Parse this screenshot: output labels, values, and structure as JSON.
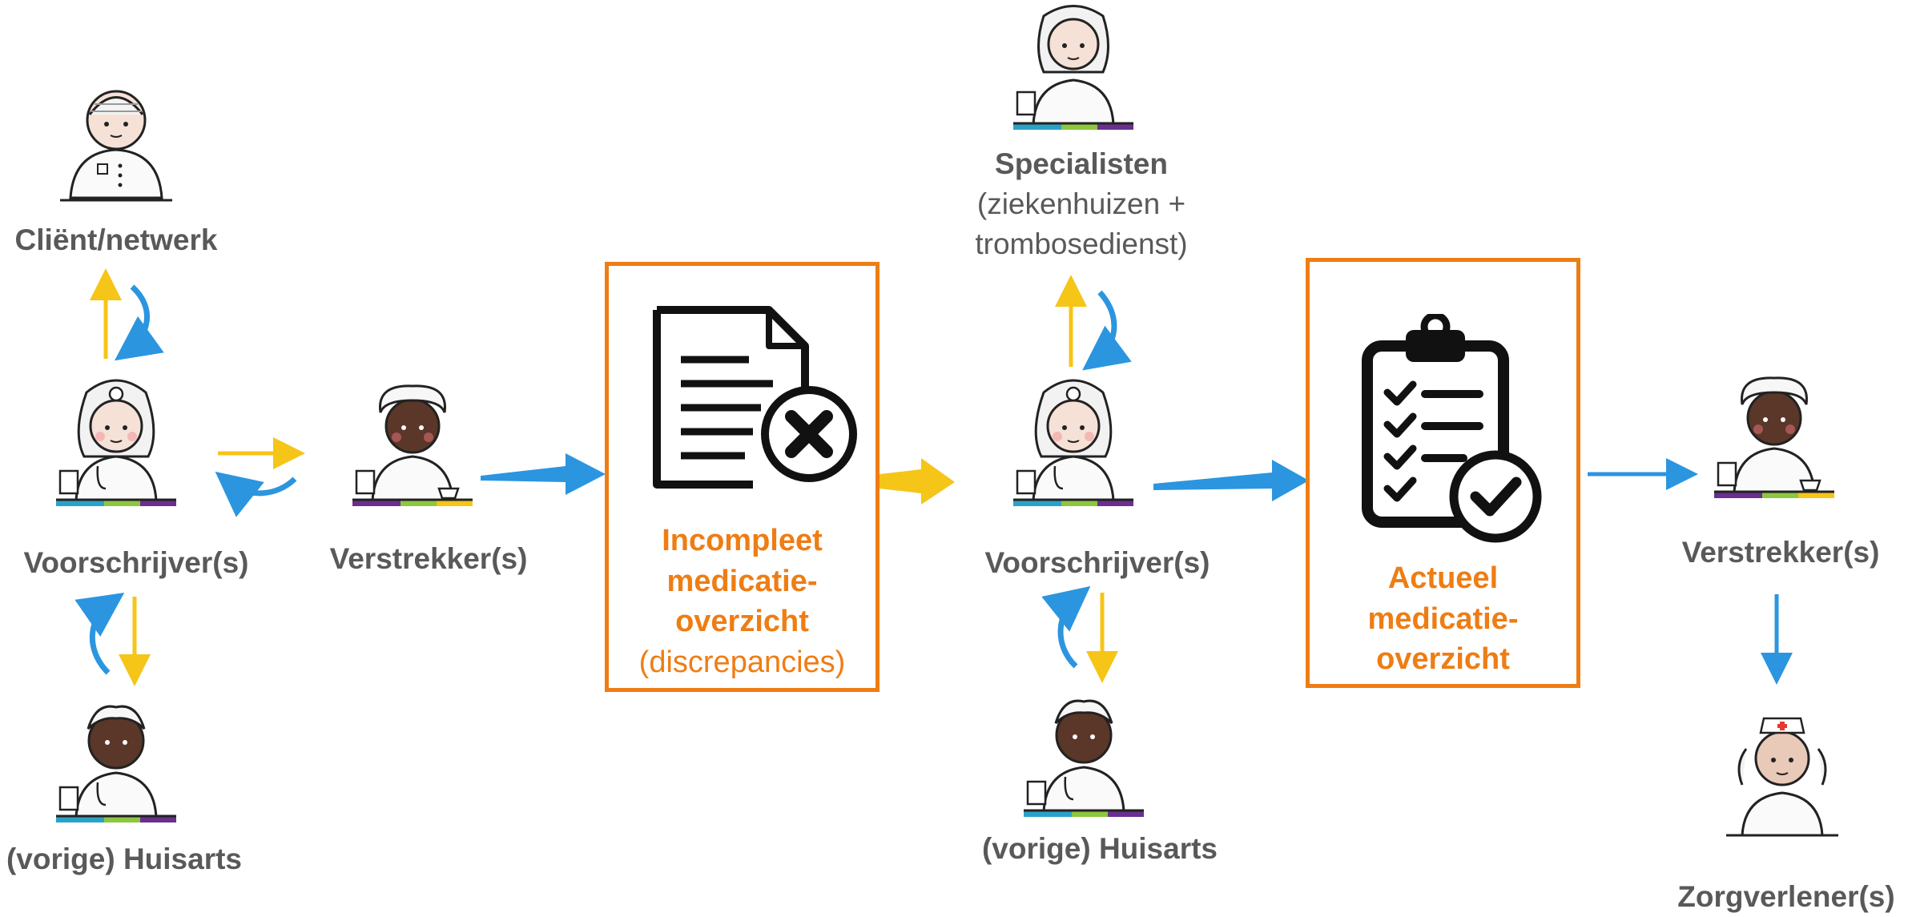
{
  "colors": {
    "orange": "#ee7d14",
    "blue": "#2b95e0",
    "yellow": "#f5c518",
    "text": "#595959"
  },
  "actors": {
    "client": {
      "label": "Cliënt/netwerk",
      "icon": "patient-icon"
    },
    "prescriber1": {
      "label": "Voorschrijver(s)",
      "icon": "doctor-icon"
    },
    "gp1": {
      "label": "(vorige) Huisarts",
      "icon": "doctor-icon"
    },
    "dispenser1": {
      "label": "Verstrekker(s)",
      "icon": "pharmacist-icon"
    },
    "specialists": {
      "label": "Specialisten",
      "sub1": "(ziekenhuizen +",
      "sub2": "trombosedienst)",
      "icon": "doctor-icon"
    },
    "prescriber2": {
      "label": "Voorschrijver(s)",
      "icon": "doctor-icon"
    },
    "gp2": {
      "label": "(vorige) Huisarts",
      "icon": "doctor-icon"
    },
    "dispenser2": {
      "label": "Verstrekker(s)",
      "icon": "pharmacist-icon"
    },
    "caregiver": {
      "label": "Zorgverlener(s)",
      "icon": "nurse-icon"
    }
  },
  "boxes": {
    "incomplete": {
      "line1": "Incompleet",
      "line2": "medicatie-",
      "line3": "overzicht",
      "note": "(discrepancies)",
      "icon": "document-error-icon"
    },
    "current": {
      "line1": "Actueel",
      "line2": "medicatie-",
      "line3": "overzicht",
      "icon": "clipboard-check-icon"
    }
  }
}
